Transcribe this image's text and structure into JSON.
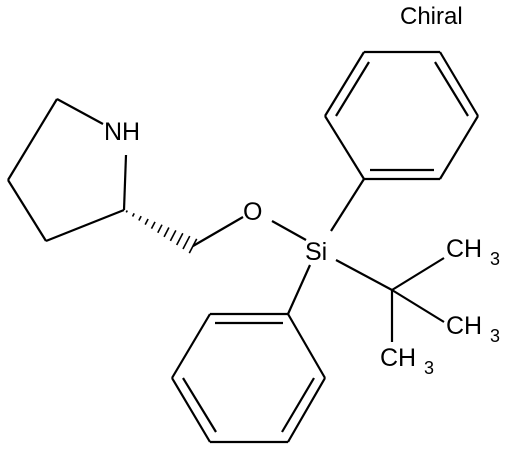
{
  "molecule": {
    "stereo_note": "Chiral",
    "atoms": {
      "nh": "NH",
      "o": "O",
      "si": "Si",
      "methyl_c": "CH",
      "methyl_sub": "3"
    }
  }
}
